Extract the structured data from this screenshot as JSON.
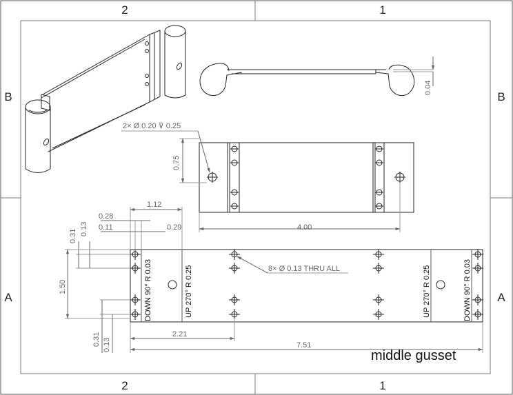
{
  "sheet": {
    "zones_top": [
      "2",
      "1"
    ],
    "zones_bottom": [
      "2",
      "1"
    ],
    "zones_left": [
      "B",
      "A"
    ],
    "zones_right": [
      "B",
      "A"
    ]
  },
  "top_view": {
    "dim_thickness": "0.04"
  },
  "front_view": {
    "hole_callout": "2× Ø 0.20 ⊽ 0.25",
    "dim_height": "0.75",
    "dim_width": "4.00",
    "dim_offset": "0.29"
  },
  "flat_pattern": {
    "dims": {
      "d_1_12": "1.12",
      "d_0_28": "0.28",
      "d_0_11": "0.11",
      "d_0_31_top": "0.31",
      "d_0_13_top": "0.13",
      "d_1_50": "1.50",
      "d_0_31_bot": "0.31",
      "d_0_13_bot": "0.13",
      "d_2_21": "2.21",
      "d_7_51": "7.51"
    },
    "hole_callout": "8× Ø 0.13 THRU ALL",
    "bend_notes": {
      "left_outer": "DOWN 90° R 0.03",
      "left_inner": "UP 270° R 0.25",
      "right_inner": "UP 270° R 0.25",
      "right_outer": "DOWN 90° R 0.03"
    }
  },
  "title_block": {
    "part_name": "middle gusset"
  }
}
